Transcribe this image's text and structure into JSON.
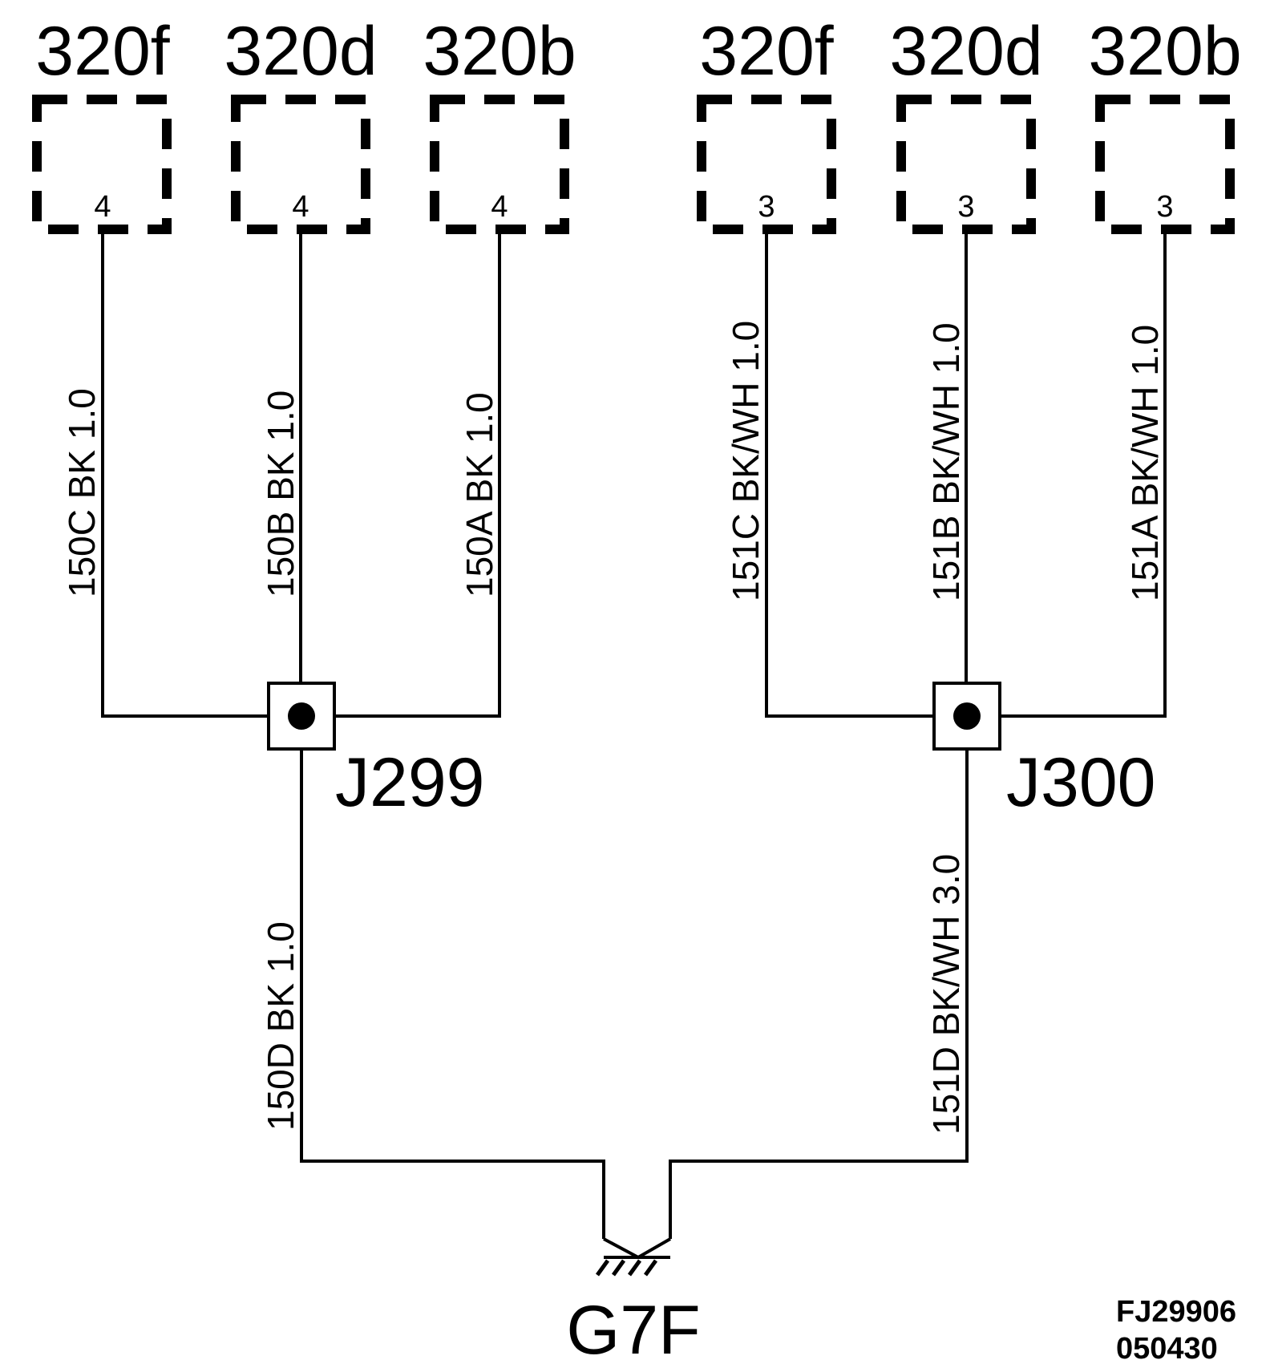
{
  "left_group": {
    "connectors": [
      {
        "name": "320f",
        "pin": "4",
        "wire": "150C  BK 1.0"
      },
      {
        "name": "320d",
        "pin": "4",
        "wire": "150B BK 1.0"
      },
      {
        "name": "320b",
        "pin": "4",
        "wire": "150A  BK 1.0"
      }
    ],
    "junction": "J299",
    "output_wire": "150D  BK 1.0"
  },
  "right_group": {
    "connectors": [
      {
        "name": "320f",
        "pin": "3",
        "wire": "151C BK/WH 1.0"
      },
      {
        "name": "320d",
        "pin": "3",
        "wire": "151B BK/WH 1.0"
      },
      {
        "name": "320b",
        "pin": "3",
        "wire": "151A BK/WH 1.0"
      }
    ],
    "junction": "J300",
    "output_wire": "151D BK/WH  3.0"
  },
  "ground": "G7F",
  "reference": {
    "code": "FJ29906",
    "date": "050430"
  }
}
